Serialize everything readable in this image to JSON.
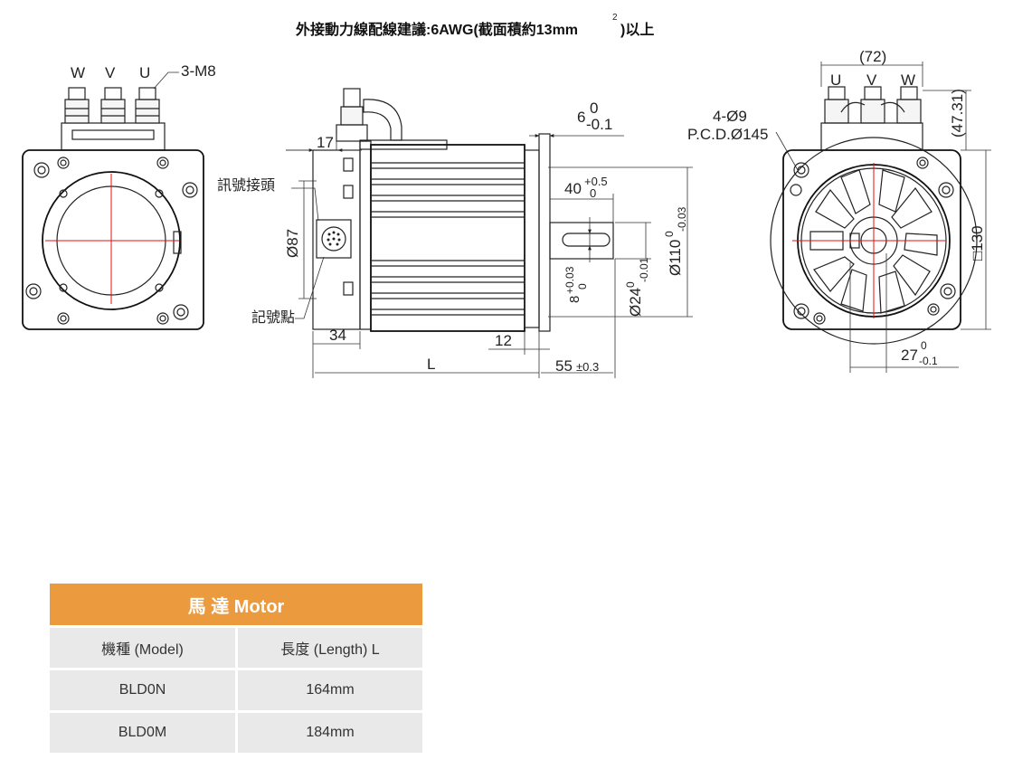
{
  "drawing": {
    "title": "外接動力線配線建議:6AWG(截面積約13mm",
    "title_sup": "2",
    "title_end": ")以上",
    "front_view": {
      "phase_labels": [
        "W",
        "V",
        "U"
      ],
      "terminal_label": "3-M8"
    },
    "side_view": {
      "dim_17": "17",
      "dim_6": "6",
      "dim_6_upper": "0",
      "dim_6_lower": "-0.1",
      "connector_label": "訊號接頭",
      "marker_label": "記號點",
      "dim_87": "Ø87",
      "dim_40": "40",
      "dim_40_upper": "+0.5",
      "dim_40_lower": "0",
      "dim_8": "8",
      "dim_8_upper": "+0.03",
      "dim_8_lower": "0",
      "dim_24": "Ø24",
      "dim_24_upper": "0",
      "dim_24_lower": "-0.01",
      "dim_110": "Ø110",
      "dim_110_upper": "0",
      "dim_110_lower": "-0.03",
      "dim_34": "34",
      "dim_12": "12",
      "dim_L": "L",
      "dim_55": "55",
      "dim_55_tol": "±0.3"
    },
    "rear_view": {
      "dim_72": "(72)",
      "phase_labels": [
        "U",
        "V",
        "W"
      ],
      "hole_label": "4-Ø9",
      "pcd_label": "P.C.D.Ø145",
      "dim_4731": "(47.31)",
      "dim_130": "□130",
      "dim_27": "27",
      "dim_27_upper": "0",
      "dim_27_lower": "-0.1"
    }
  },
  "table": {
    "title": "馬 達 Motor",
    "headers": [
      "機種 (Model)",
      "長度 (Length) L"
    ],
    "rows": [
      {
        "model": "BLD0N",
        "length": "164mm"
      },
      {
        "model": "BLD0M",
        "length": "184mm"
      }
    ]
  },
  "colors": {
    "table_header": "#ec9a3e",
    "table_cell": "#e9e9e9",
    "center_line": "#e01010"
  }
}
